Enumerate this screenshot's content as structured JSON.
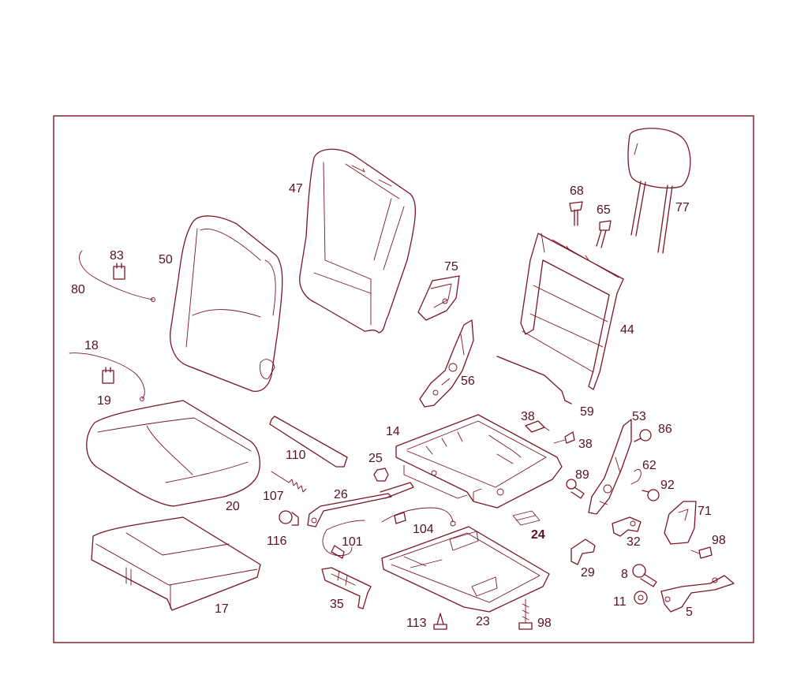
{
  "diagram": {
    "line_color": "#7a1526",
    "text_color": "#5a1020",
    "background": "#ffffff",
    "callouts": [
      "47",
      "68",
      "65",
      "77",
      "83",
      "50",
      "80",
      "75",
      "44",
      "18",
      "19",
      "56",
      "59",
      "38",
      "53",
      "86",
      "14",
      "38",
      "62",
      "110",
      "25",
      "89",
      "92",
      "20",
      "107",
      "26",
      "71",
      "116",
      "101",
      "104",
      "24",
      "32",
      "98",
      "29",
      "8",
      "17",
      "35",
      "11",
      "5",
      "113",
      "23",
      "98"
    ]
  }
}
